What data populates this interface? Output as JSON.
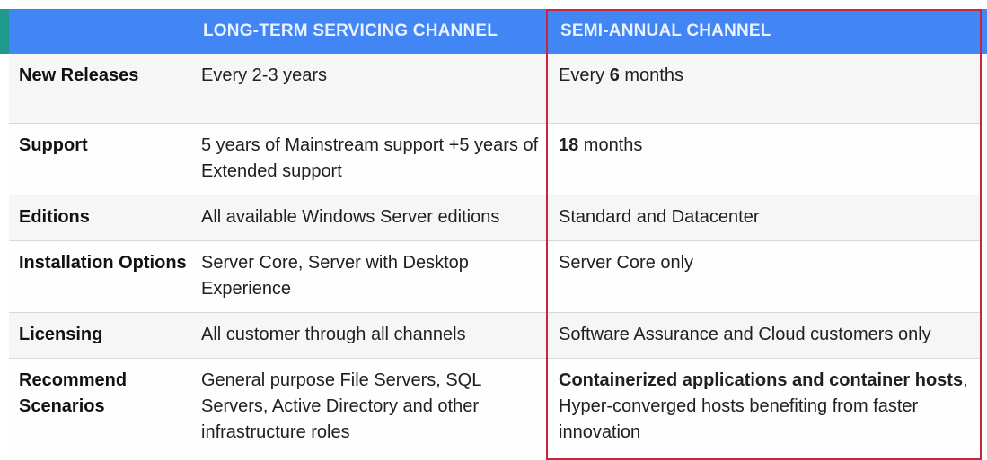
{
  "header": {
    "col1": "",
    "col2": "LONG-TERM SERVICING CHANNEL",
    "col3": "SEMI-ANNUAL CHANNEL"
  },
  "rows": [
    {
      "label": "New Releases",
      "ltsc": "Every 2-3 years",
      "sac_bold": "",
      "sac_pre": "Every ",
      "sac_mid": "6",
      "sac_post": " months"
    },
    {
      "label": "Support",
      "ltsc": "5 years of Mainstream support +5 years of Extended support",
      "sac_pre": "",
      "sac_mid": "18",
      "sac_post": " months"
    },
    {
      "label": "Editions",
      "ltsc": "All available Windows Server editions",
      "sac_pre": "Standard and Datacenter",
      "sac_mid": "",
      "sac_post": ""
    },
    {
      "label": "Installation Options",
      "ltsc": "Server Core, Server with Desktop Experience",
      "sac_pre": "Server Core only",
      "sac_mid": "",
      "sac_post": ""
    },
    {
      "label": "Licensing",
      "ltsc": "All customer through all channels",
      "sac_pre": "Software Assurance and Cloud customers only",
      "sac_mid": "",
      "sac_post": ""
    },
    {
      "label": "Recommend Scenarios",
      "ltsc": "General purpose File Servers, SQL Servers, Active Directory and other infrastructure roles",
      "sac_pre": "",
      "sac_mid": "Containerized applications and container hosts",
      "sac_post": ", Hyper-converged hosts benefiting from faster innovation"
    }
  ],
  "colors": {
    "header_bg": "#4285f4",
    "header_text": "#e9f2ff",
    "highlight_border": "#c5283d",
    "left_accent": "#1c9a8a"
  }
}
